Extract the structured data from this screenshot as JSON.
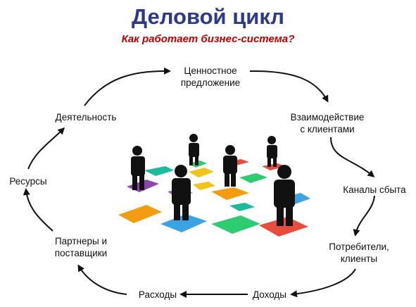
{
  "title": "Деловой цикл",
  "subtitle": "Как работает бизнес-система?",
  "nodes": {
    "value": "Ценностное\nпредложение",
    "interaction": "Взаимодействие\nс клиентами",
    "channels": "Каналы сбыта",
    "consumers": "Потребители,\nклиенты",
    "income": "Доходы",
    "expenses": "Расходы",
    "partners": "Партнеры и\nпоставщики",
    "resources": "Ресурсы",
    "activity": "Деятельность"
  },
  "colors": {
    "title": "#2b3a8c",
    "subtitle": "#c00000",
    "arrow": "#111111",
    "puzzle": [
      "#f0c419",
      "#f39c12",
      "#2ecc71",
      "#1abc9c",
      "#3aa3e3",
      "#8e44ad",
      "#e74c3c",
      "#9b59b6"
    ]
  }
}
